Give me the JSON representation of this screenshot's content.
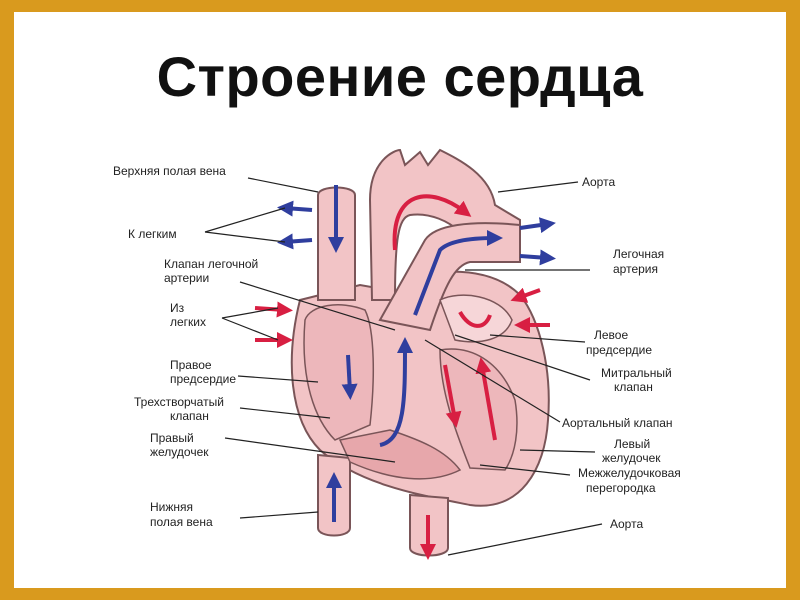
{
  "title": "Строение сердца",
  "colors": {
    "frame": "#d99a1e",
    "background": "#ffffff",
    "tissue": "#f2c4c6",
    "tissue_dark": "#e7a7ab",
    "outline": "#7a5558",
    "oxygen_poor_arrow": "#2f3e9e",
    "oxygen_rich_arrow": "#d81f42"
  },
  "labels": {
    "superior_vena_cava": "Верхняя полая вена",
    "to_lungs": "К легким",
    "pulmonary_valve_1": "Клапан легочной",
    "pulmonary_valve_2": "артерии",
    "from_lungs_1": "Из",
    "from_lungs_2": "легких",
    "right_atrium_1": "Правое",
    "right_atrium_2": "предсердие",
    "tricuspid_valve_1": "Трехстворчатый",
    "tricuspid_valve_2": "клапан",
    "right_ventricle_1": "Правый",
    "right_ventricle_2": "желудочек",
    "inferior_vena_cava_1": "Нижняя",
    "inferior_vena_cava_2": "полая вена",
    "aorta_top": "Аорта",
    "pulmonary_artery_1": "Легочная",
    "pulmonary_artery_2": "артерия",
    "left_atrium_1": "Левое",
    "left_atrium_2": "предсердие",
    "mitral_valve_1": "Митральный",
    "mitral_valve_2": "клапан",
    "aortic_valve": "Аортальный клапан",
    "left_ventricle_1": "Левый",
    "left_ventricle_2": "желудочек",
    "septum_1": "Межжелудочковая",
    "septum_2": "перегородка",
    "aorta_bottom": "Аорта"
  }
}
